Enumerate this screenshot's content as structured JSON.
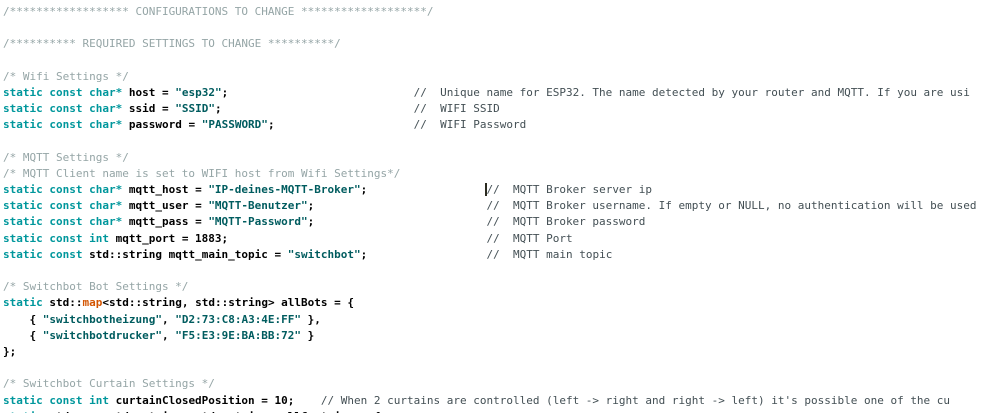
{
  "app": {
    "type": "code-editor",
    "language": "cpp-arduino"
  },
  "colors": {
    "background": "#FFFFFF",
    "keyword": "#00979C",
    "string": "#005C5F",
    "function": "#D35400",
    "block_comment": "#95A5A6",
    "line_comment": "#434F54",
    "plain_code": "#000000",
    "caret": "#2B2B20"
  },
  "editor": {
    "caret": {
      "line_index": 11,
      "note": "text caret visible before the MQTT Broker server ip comment"
    },
    "lines": [
      {
        "tokens": [
          {
            "t": "/****************** CONFIGURATIONS TO CHANGE *******************/",
            "c": "cb"
          }
        ]
      },
      {
        "tokens": []
      },
      {
        "tokens": [
          {
            "t": "/********** REQUIRED SETTINGS TO CHANGE **********/",
            "c": "cb"
          }
        ]
      },
      {
        "tokens": []
      },
      {
        "tokens": [
          {
            "t": "/* Wifi Settings */",
            "c": "cb"
          }
        ]
      },
      {
        "tokens": [
          {
            "t": "static const char*",
            "c": "kw"
          },
          {
            "t": " host = ",
            "c": "pl"
          },
          {
            "t": "\"esp32\"",
            "c": "str"
          },
          {
            "t": ";",
            "c": "pl"
          },
          {
            "t": "                            ",
            "c": "sp"
          },
          {
            "t": "//  Unique name for ESP32. The name detected by your router and MQTT. If you are usi",
            "c": "cl"
          }
        ]
      },
      {
        "tokens": [
          {
            "t": "static const char*",
            "c": "kw"
          },
          {
            "t": " ssid = ",
            "c": "pl"
          },
          {
            "t": "\"SSID\"",
            "c": "str"
          },
          {
            "t": ";",
            "c": "pl"
          },
          {
            "t": "                             ",
            "c": "sp"
          },
          {
            "t": "//  WIFI SSID",
            "c": "cl"
          }
        ]
      },
      {
        "tokens": [
          {
            "t": "static const char*",
            "c": "kw"
          },
          {
            "t": " password = ",
            "c": "pl"
          },
          {
            "t": "\"PASSWORD\"",
            "c": "str"
          },
          {
            "t": ";",
            "c": "pl"
          },
          {
            "t": "                     ",
            "c": "sp"
          },
          {
            "t": "//  WIFI Password",
            "c": "cl"
          }
        ]
      },
      {
        "tokens": []
      },
      {
        "tokens": [
          {
            "t": "/* MQTT Settings */",
            "c": "cb"
          }
        ]
      },
      {
        "tokens": [
          {
            "t": "/* MQTT Client name is set to WIFI host from Wifi Settings*/",
            "c": "cb"
          }
        ]
      },
      {
        "tokens": [
          {
            "t": "static const char*",
            "c": "kw"
          },
          {
            "t": " mqtt_host = ",
            "c": "pl"
          },
          {
            "t": "\"IP-deines-MQTT-Broker\"",
            "c": "str"
          },
          {
            "t": ";",
            "c": "pl"
          },
          {
            "t": "                  ",
            "c": "sp"
          },
          {
            "t": "",
            "c": "caret"
          },
          {
            "t": "//  MQTT Broker server ip",
            "c": "cl"
          }
        ]
      },
      {
        "tokens": [
          {
            "t": "static const char*",
            "c": "kw"
          },
          {
            "t": " mqtt_user = ",
            "c": "pl"
          },
          {
            "t": "\"MQTT-Benutzer\"",
            "c": "str"
          },
          {
            "t": ";",
            "c": "pl"
          },
          {
            "t": "                          ",
            "c": "sp"
          },
          {
            "t": "//  MQTT Broker username. If empty or NULL, no authentication will be used",
            "c": "cl"
          }
        ]
      },
      {
        "tokens": [
          {
            "t": "static const char*",
            "c": "kw"
          },
          {
            "t": " mqtt_pass = ",
            "c": "pl"
          },
          {
            "t": "\"MQTT-Password\"",
            "c": "str"
          },
          {
            "t": ";",
            "c": "pl"
          },
          {
            "t": "                          ",
            "c": "sp"
          },
          {
            "t": "//  MQTT Broker password",
            "c": "cl"
          }
        ]
      },
      {
        "tokens": [
          {
            "t": "static const int",
            "c": "kw"
          },
          {
            "t": " mqtt_port = 1883;",
            "c": "pl"
          },
          {
            "t": "                                       ",
            "c": "sp"
          },
          {
            "t": "//  MQTT Port",
            "c": "cl"
          }
        ]
      },
      {
        "tokens": [
          {
            "t": "static const",
            "c": "kw"
          },
          {
            "t": " std::string mqtt_main_topic = ",
            "c": "pl"
          },
          {
            "t": "\"switchbot\"",
            "c": "str"
          },
          {
            "t": ";",
            "c": "pl"
          },
          {
            "t": "                  ",
            "c": "sp"
          },
          {
            "t": "//  MQTT main topic",
            "c": "cl"
          }
        ]
      },
      {
        "tokens": []
      },
      {
        "tokens": [
          {
            "t": "/* Switchbot Bot Settings */",
            "c": "cb"
          }
        ]
      },
      {
        "tokens": [
          {
            "t": "static",
            "c": "kw"
          },
          {
            "t": " std::",
            "c": "pl"
          },
          {
            "t": "map",
            "c": "fn"
          },
          {
            "t": "<std::string, std::string> allBots = {",
            "c": "pl"
          }
        ]
      },
      {
        "tokens": [
          {
            "t": "    { ",
            "c": "pl"
          },
          {
            "t": "\"switchbotheizung\"",
            "c": "str"
          },
          {
            "t": ", ",
            "c": "pl"
          },
          {
            "t": "\"D2:73:C8:A3:4E:FF\"",
            "c": "str"
          },
          {
            "t": " },",
            "c": "pl"
          }
        ]
      },
      {
        "tokens": [
          {
            "t": "    { ",
            "c": "pl"
          },
          {
            "t": "\"switchbotdrucker\"",
            "c": "str"
          },
          {
            "t": ", ",
            "c": "pl"
          },
          {
            "t": "\"F5:E3:9E:BA:BB:72\"",
            "c": "str"
          },
          {
            "t": " }",
            "c": "pl"
          }
        ]
      },
      {
        "tokens": [
          {
            "t": "};",
            "c": "pl"
          }
        ]
      },
      {
        "tokens": []
      },
      {
        "tokens": [
          {
            "t": "/* Switchbot Curtain Settings */",
            "c": "cb"
          }
        ]
      },
      {
        "tokens": [
          {
            "t": "static const int",
            "c": "kw"
          },
          {
            "t": " curtainClosedPosition = 10;",
            "c": "pl"
          },
          {
            "t": "    ",
            "c": "sp"
          },
          {
            "t": "// When 2 curtains are controlled (left -> right and right -> left) it's possible one of the cu",
            "c": "cl"
          }
        ]
      },
      {
        "tokens": [
          {
            "t": "static",
            "c": "kw"
          },
          {
            "t": " std::",
            "c": "pl"
          },
          {
            "t": "map",
            "c": "fn"
          },
          {
            "t": "<std::string, std::string> allCurtains = {",
            "c": "pl"
          }
        ]
      }
    ]
  }
}
